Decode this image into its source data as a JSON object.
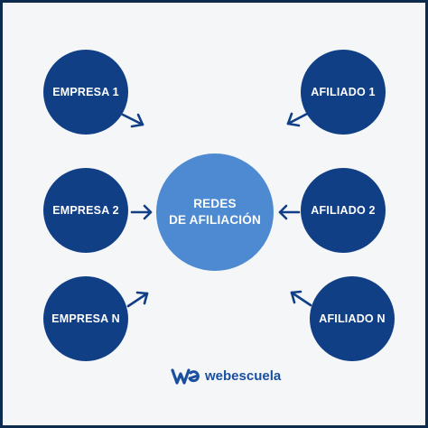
{
  "diagram": {
    "center": {
      "line1": "REDES",
      "line2": "DE AFILIACIÓN"
    },
    "left_nodes": [
      "EMPRESA 1",
      "EMPRESA 2",
      "EMPRESA N"
    ],
    "right_nodes": [
      "AFILIADO 1",
      "AFILIADO 2",
      "AFILIADO  N"
    ]
  },
  "logo": {
    "text": "webescuela",
    "mark_icon": "webescuela-we-logo-icon"
  },
  "colors": {
    "node_dark": "#103f86",
    "node_center": "#4e8ad2",
    "arrow": "#103f86",
    "frame": "#0d2b4e",
    "logo": "#1a4fa0"
  }
}
